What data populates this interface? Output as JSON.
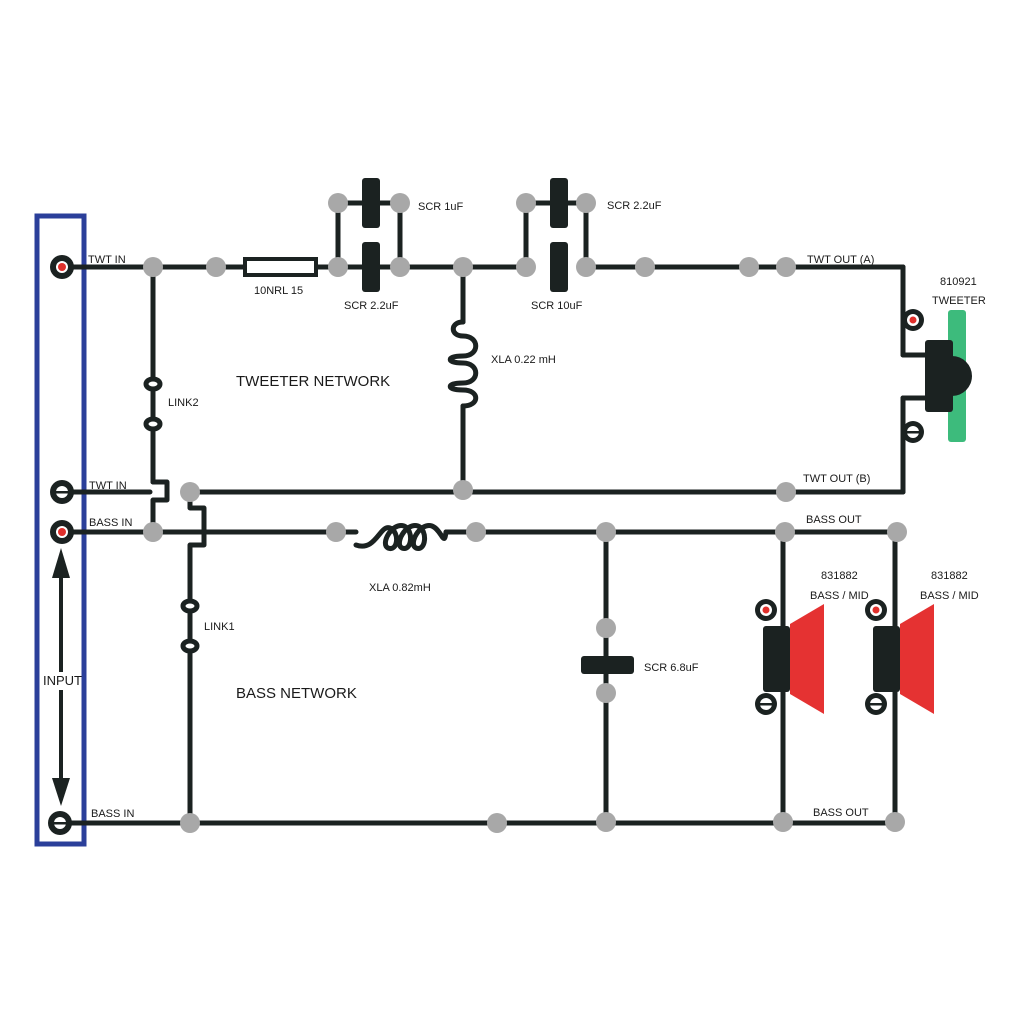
{
  "labels": {
    "twt_in_top": "TWT IN",
    "twt_in_mid": "TWT IN",
    "bass_in_top": "BASS IN",
    "bass_in_bottom": "BASS IN",
    "input": "INPUT",
    "resistor": "10NRL 15",
    "cap_scr_1uf": "SCR 1uF",
    "cap_scr_2_2uf_a": "SCR 2.2uF",
    "cap_scr_2_2uf_b": "SCR 2.2uF",
    "cap_scr_10uf": "SCR 10uF",
    "inductor_tweeter": "XLA 0.22 mH",
    "link2": "LINK2",
    "link1": "LINK1",
    "tweeter_network": "TWEETER NETWORK",
    "bass_network": "BASS NETWORK",
    "twt_out_a": "TWT OUT (A)",
    "twt_out_b": "TWT OUT (B)",
    "tweeter_model": "810921",
    "tweeter_name": "TWEETER",
    "bass_out_top": "BASS OUT",
    "bass_out_bottom": "BASS OUT",
    "inductor_bass": "XLA 0.82mH",
    "cap_scr_6_8uf": "SCR 6.8uF",
    "woofer1_model": "831882",
    "woofer1_name": "BASS / MID",
    "woofer2_model": "831882",
    "woofer2_name": "BASS / MID"
  },
  "colors": {
    "wire": "#1b2221",
    "node": "#a8a8a8",
    "terminal_positive": "#e0302c",
    "input_box": "#2b3f9a",
    "tweeter_plate": "#3dbb7c",
    "woofer_cone": "#e53232"
  }
}
